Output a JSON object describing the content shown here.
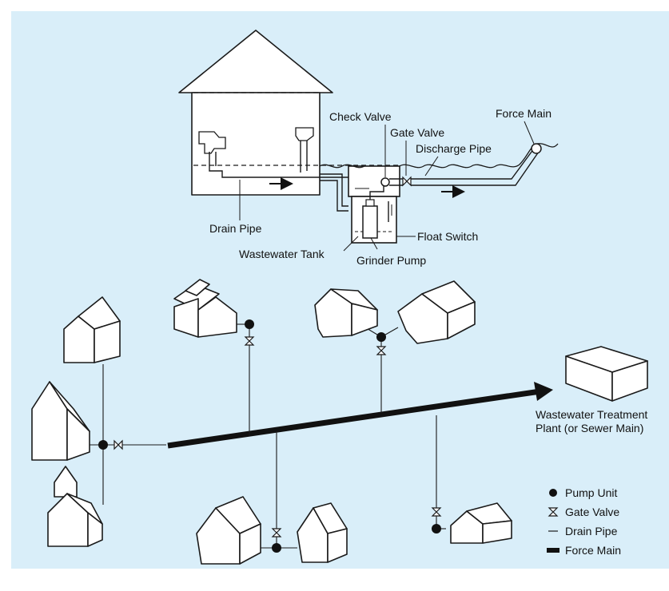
{
  "colors": {
    "background": "#d9eef9",
    "line": "#1a1a1a",
    "house_fill": "#ffffff"
  },
  "labels": {
    "check_valve": "Check Valve",
    "gate_valve": "Gate Valve",
    "force_main": "Force Main",
    "discharge_pipe": "Discharge Pipe",
    "drain_pipe": "Drain Pipe",
    "float_switch": "Float Switch",
    "wastewater_tank": "Wastewater Tank",
    "grinder_pump": "Grinder Pump",
    "treatment_line1": "Wastewater Treatment",
    "treatment_line2": "Plant (or Sewer Main)"
  },
  "legend": {
    "items": [
      {
        "symbol": "pump-unit-dot",
        "label": "Pump Unit"
      },
      {
        "symbol": "gate-valve-bowtie",
        "label": "Gate Valve"
      },
      {
        "symbol": "thin-line",
        "label": "Drain Pipe"
      },
      {
        "symbol": "thick-bar",
        "label": "Force Main"
      }
    ]
  }
}
